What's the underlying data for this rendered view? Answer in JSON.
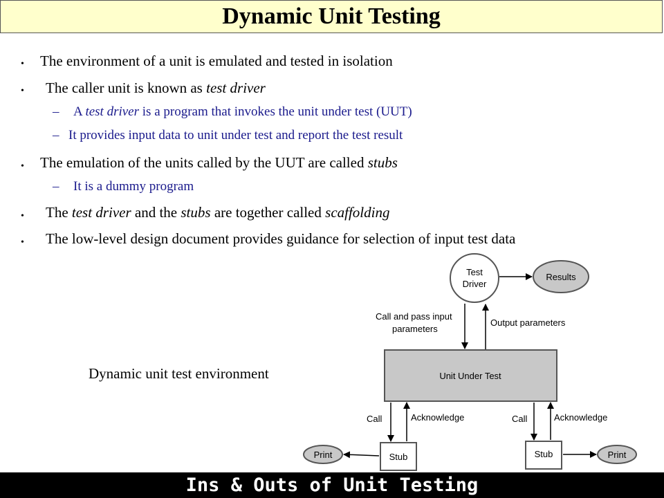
{
  "title": "Dynamic Unit Testing",
  "bullets": {
    "b1": {
      "text": "The environment of a unit is emulated and tested in isolation"
    },
    "b2": {
      "pre": "The caller unit is known as ",
      "em": "test driver"
    },
    "b2a": {
      "pre": "A ",
      "em": "test driver",
      "post": " is a program that invokes the unit under test (UUT)"
    },
    "b2b": {
      "text": "It provides input data to unit under test and report the test result"
    },
    "b3": {
      "pre": "The emulation of the units called by the UUT are called ",
      "em": "stubs"
    },
    "b3a": {
      "text": "It is a dummy program"
    },
    "b4": {
      "pre": "The ",
      "em1": "test driver",
      "mid": " and the ",
      "em2": "stubs",
      "post": " are together called ",
      "em3": "scaffolding"
    },
    "b5": {
      "text": "The low-level design document provides guidance for selection of input test data"
    }
  },
  "symbols": {
    "bullet": "•",
    "dash": "–"
  },
  "caption": "Dynamic unit test environment",
  "diagram": {
    "test_driver": [
      "Test",
      "Driver"
    ],
    "results": "Results",
    "call_pass": [
      "Call and pass input",
      "parameters"
    ],
    "output_params": "Output parameters",
    "uut": "Unit Under Test",
    "call": "Call",
    "acknowledge": "Acknowledge",
    "stub": "Stub",
    "print": "Print"
  },
  "footer": "Ins & Outs of Unit Testing"
}
